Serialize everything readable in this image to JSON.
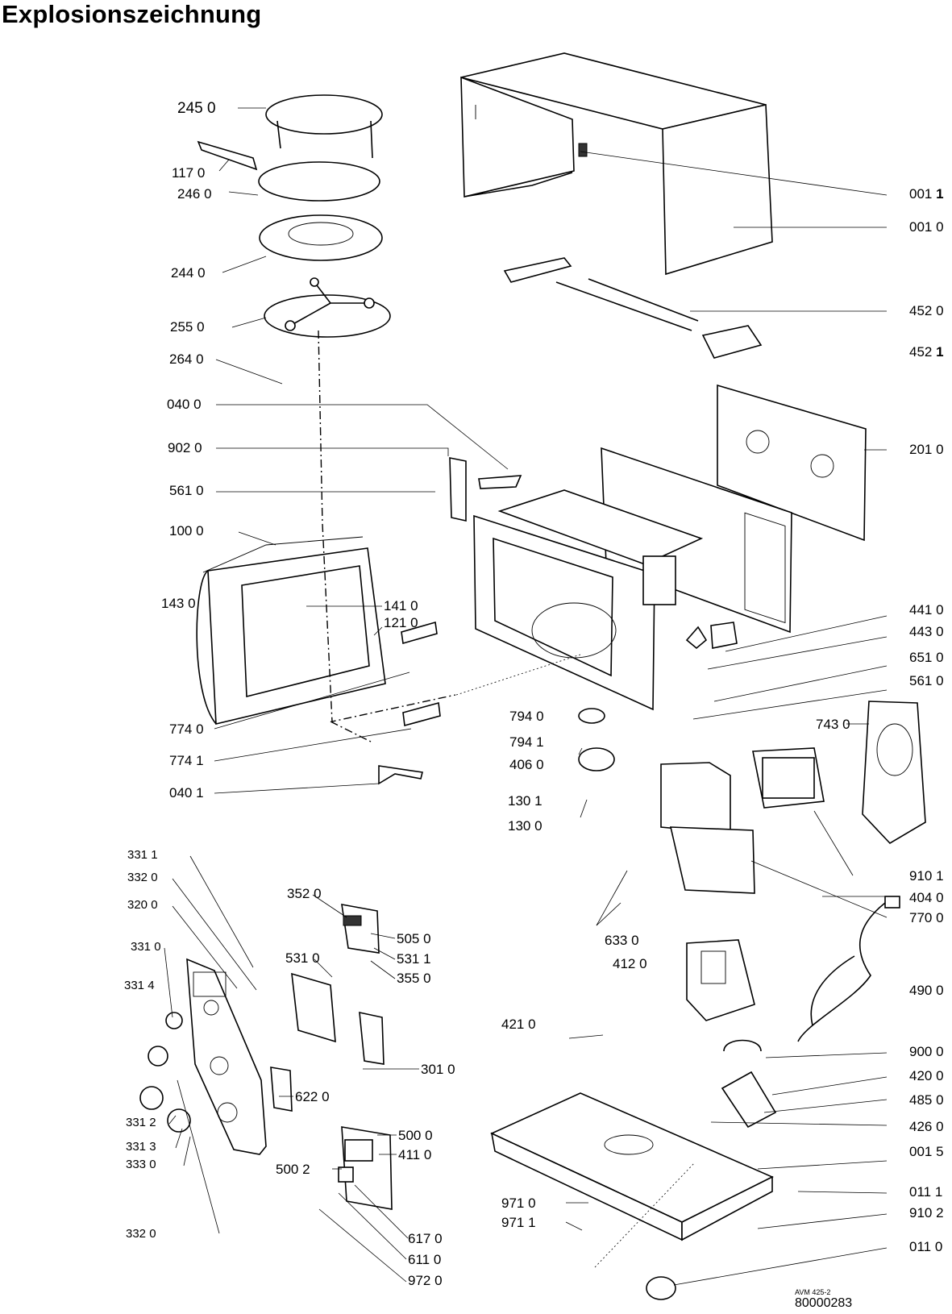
{
  "title": "Explosionszeichnung",
  "reference": {
    "small": "AVM 425-2",
    "number": "80000283"
  },
  "labels": {
    "p2450": "245  0",
    "p1170": "117 0",
    "p2460": "246 0",
    "p2440": "244 0",
    "p2550": "255 0",
    "p2640": "264 0",
    "p0400": "040 0",
    "p9020": "902 0",
    "p5610a": "561 0",
    "p1000": "100 0",
    "p1430": "143 0",
    "p1410": "141 0",
    "p1210": "121 0",
    "p7740": "774 0",
    "p7741": "774 1",
    "p0401": "040 1",
    "p7940": "794 0",
    "p7941": "794 1",
    "p4060": "406 0",
    "p1301": "130 1",
    "p1300": "130 0",
    "p0011_base": "001 ",
    "p0011_bold": "1",
    "p0010": "001 0",
    "p4520": "452 0",
    "p4521_base": "452 ",
    "p4521_bold": "1",
    "p2010": "201 0",
    "p4410": "441 0",
    "p4430": "443 0",
    "p6510": "651 0",
    "p5610b": "561 0",
    "p7430": "743 0",
    "p9101": "910 1",
    "p4040": "404 0",
    "p7700": "770 0",
    "p6330": "633 0",
    "p4120": "412 0",
    "p4900": "490 0",
    "p4210": "421 0",
    "p9000": "900 0",
    "p4200": "420 0",
    "p4850": "485 0",
    "p4260": "426 0",
    "p0015": "001 5",
    "p0111": "011 1",
    "p9102": "910 2",
    "p0110": "011 0",
    "p9710": "971 0",
    "p9711": "971 1",
    "p3311": "331 1",
    "p3320a": "332 0",
    "p3200": "320 0",
    "p3310": "331 0",
    "p3314": "331 4",
    "p3312": "331 2",
    "p3313": "331 3",
    "p3330": "333 0",
    "p3320b": "332 0",
    "p3520": "352 0",
    "p5050": "505 0",
    "p5310": "531 0",
    "p5311": "531 1",
    "p3550": "355 0",
    "p3010": "301 0",
    "p6220": "622 0",
    "p5000": "500 0",
    "p5002": "500 2",
    "p4110": "411 0",
    "p6170": "617 0",
    "p6110": "611 0",
    "p9720": "972 0"
  }
}
